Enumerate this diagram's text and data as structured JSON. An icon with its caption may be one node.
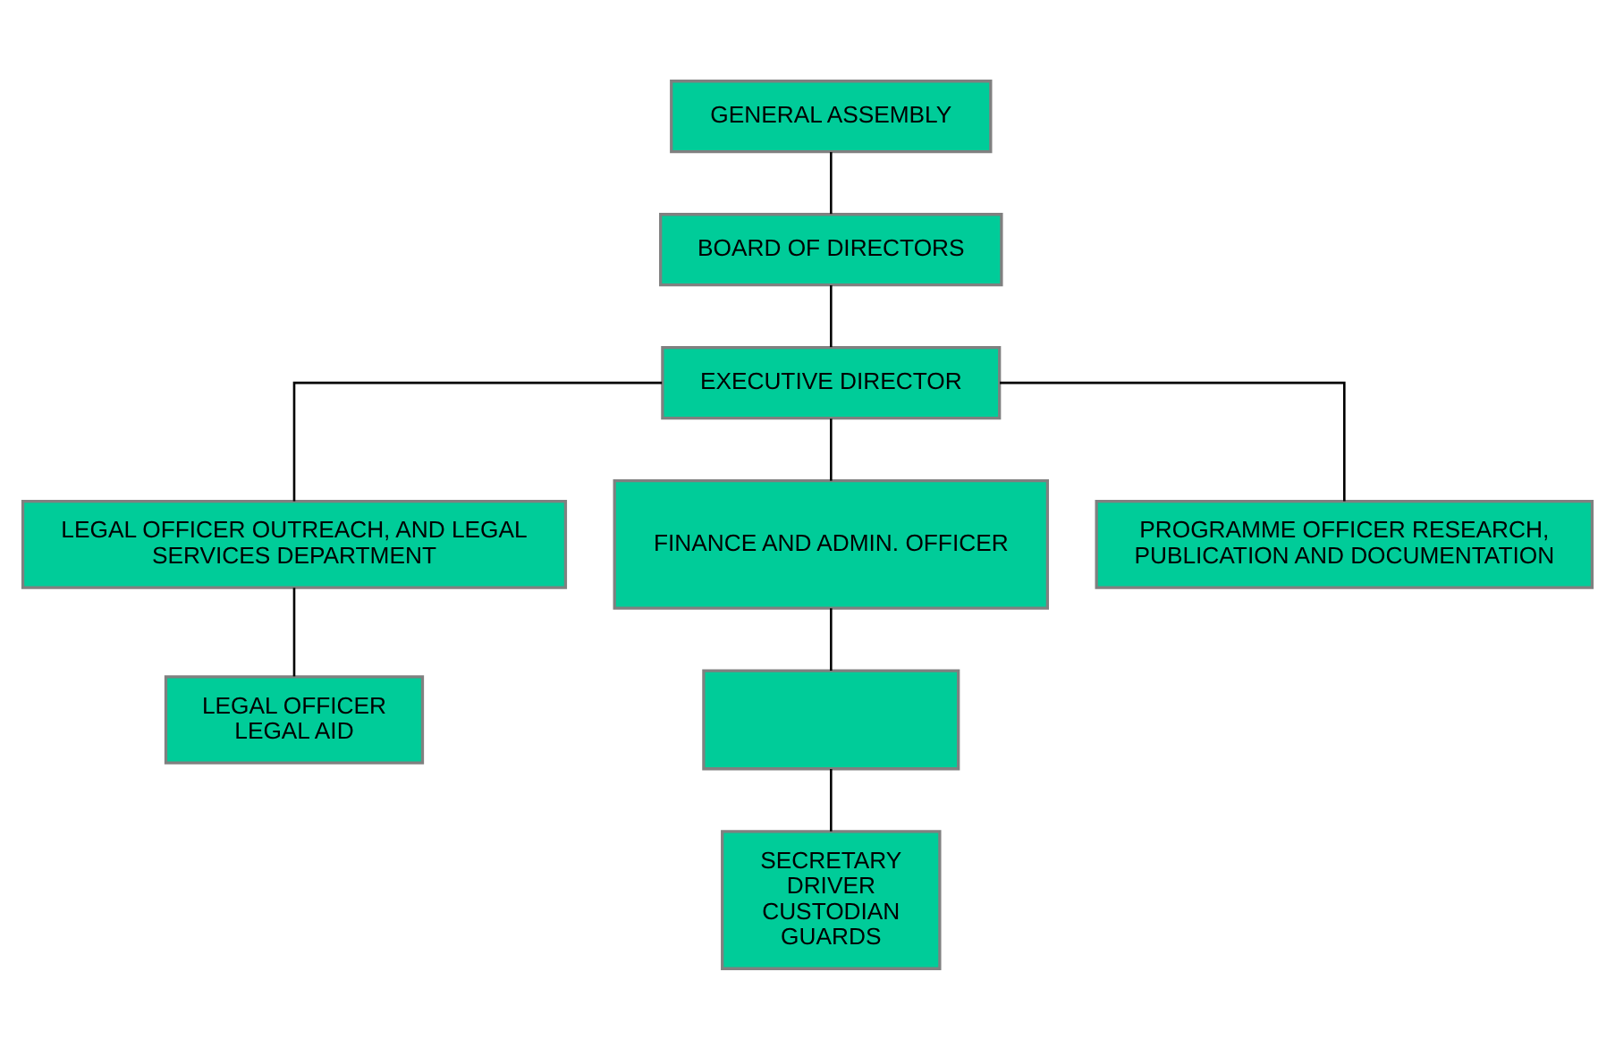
{
  "diagram": {
    "nodes": [
      {
        "text": [
          "GENERAL ASSEMBLY"
        ]
      },
      {
        "text": [
          "BOARD OF DIRECTORS"
        ]
      },
      {
        "text": [
          "EXECUTIVE DIRECTOR"
        ]
      },
      {
        "text": [
          "LEGAL OFFICER OUTREACH, AND LEGAL SERVICES DEPARTMENT"
        ]
      },
      {
        "text": [
          "FINANCE AND ADMIN. OFFICER"
        ]
      },
      {
        "text": [
          "PROGRAMME OFFICER RESEARCH, PUBLICATION AND DOCUMENTATION"
        ]
      },
      {
        "text": [
          "LEGAL OFFICER LEGAL AID"
        ]
      },
      {
        "text": [],
        "shape": "box"
      },
      {
        "text": [
          "SECRETARY DRIVER CUSTODIAN GUARDS"
        ]
      }
    ],
    "edges": [
      {
        "from": 0,
        "to": 1,
        "arrow": "none"
      },
      {
        "from": 1,
        "to": 2,
        "arrow": "none"
      },
      {
        "from": 2,
        "to": 3,
        "arrow": "none"
      },
      {
        "from": 2,
        "to": 4,
        "arrow": "none"
      },
      {
        "from": 2,
        "to": 5,
        "arrow": "none"
      },
      {
        "from": 3,
        "to": 6,
        "arrow": "none"
      },
      {
        "from": 4,
        "to": 7,
        "arrow": "none"
      },
      {
        "from": 7,
        "to": 8,
        "arrow": "none"
      }
    ]
  }
}
